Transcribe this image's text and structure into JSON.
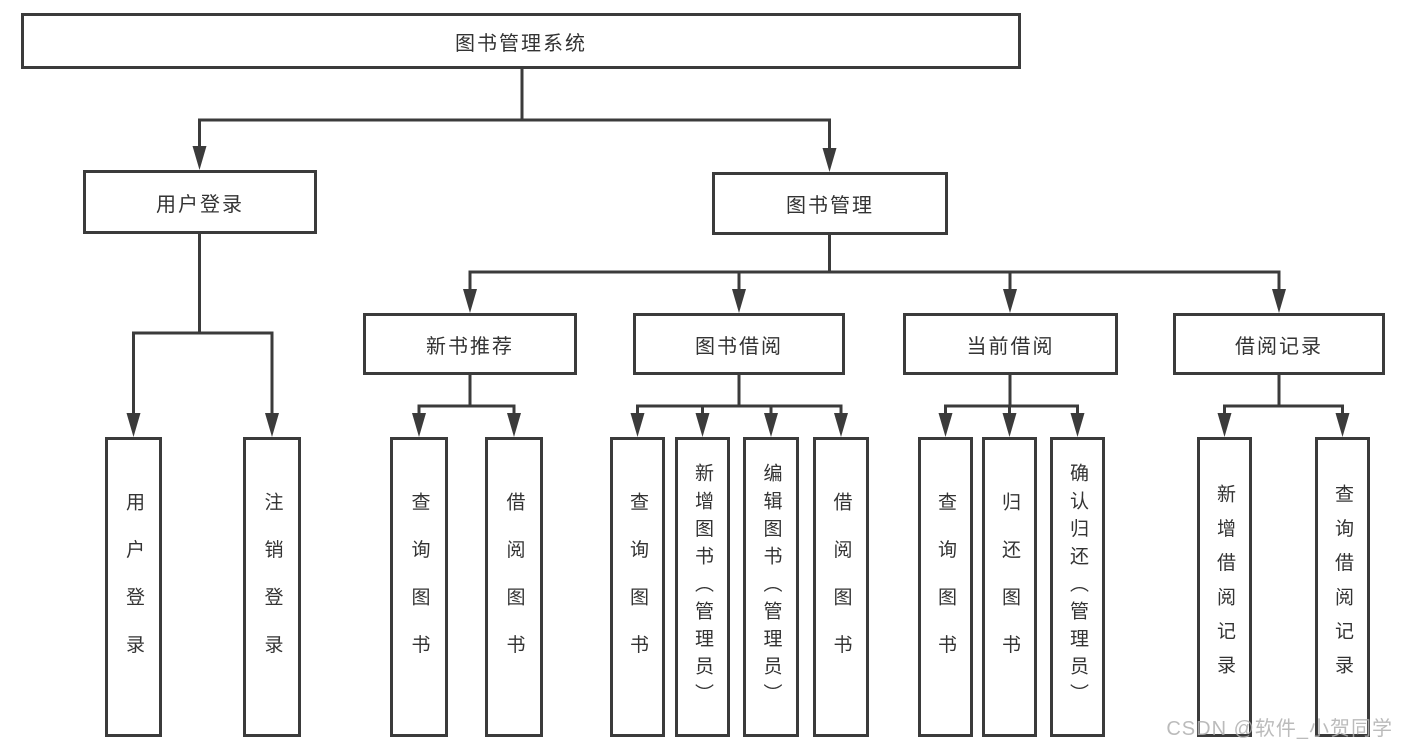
{
  "nodes": {
    "root": "图书管理系统",
    "user_login": "用户登录",
    "book_management": "图书管理",
    "new_book_recommend": "新书推荐",
    "book_borrowing": "图书借阅",
    "current_borrowing": "当前借阅",
    "borrowing_records": "借阅记录",
    "leaf_user_login": "用户登录",
    "leaf_logout": "注销登录",
    "leaf_nb_query_books": "查询图书",
    "leaf_nb_borrow_books": "借阅图书",
    "leaf_bb_query_books": "查询图书",
    "leaf_bb_add_books": "新增图书（管理员）",
    "leaf_bb_edit_books": "编辑图书（管理员）",
    "leaf_bb_borrow_books": "借阅图书",
    "leaf_cb_query_books": "查询图书",
    "leaf_cb_return_books": "归还图书",
    "leaf_cb_confirm_return": "确认归还（管理员）",
    "leaf_br_add_record": "新增借阅记录",
    "leaf_br_query_record": "查询借阅记录"
  },
  "structure": {
    "图书管理系统": [
      "用户登录",
      "图书管理"
    ],
    "用户登录": [
      "用户登录",
      "注销登录"
    ],
    "图书管理": [
      "新书推荐",
      "图书借阅",
      "当前借阅",
      "借阅记录"
    ],
    "新书推荐": [
      "查询图书",
      "借阅图书"
    ],
    "图书借阅": [
      "查询图书",
      "新增图书（管理员）",
      "编辑图书（管理员）",
      "借阅图书"
    ],
    "当前借阅": [
      "查询图书",
      "归还图书",
      "确认归还（管理员）"
    ],
    "借阅记录": [
      "新增借阅记录",
      "查询借阅记录"
    ]
  },
  "watermark": "CSDN @软件_小贺同学",
  "colors": {
    "line": "#3b3b3b",
    "text": "#333333",
    "watermark": "#b0b0b0",
    "background": "#ffffff"
  }
}
